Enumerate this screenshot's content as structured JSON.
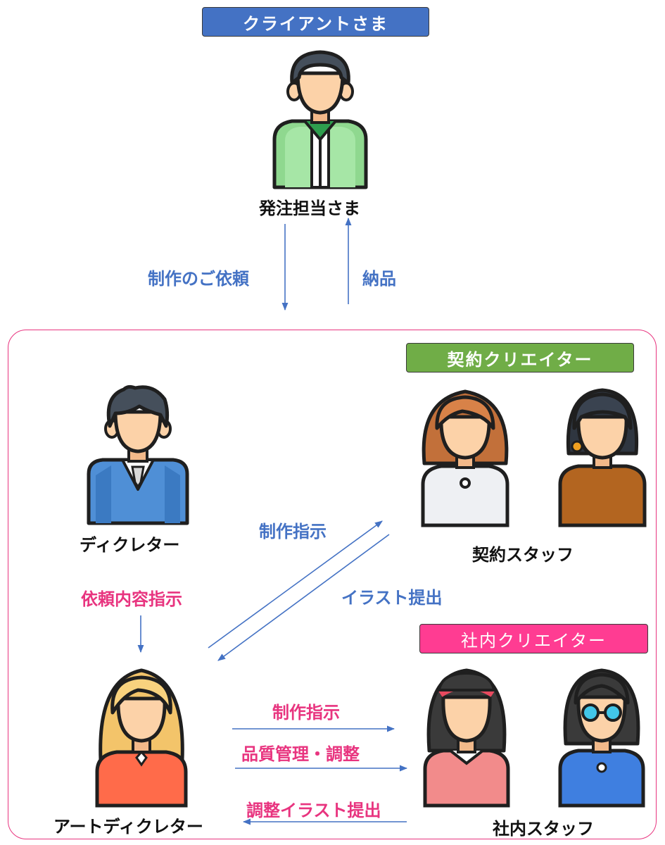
{
  "client": {
    "banner": "クライアントさま",
    "person_label": "発注担当さま"
  },
  "flow_top": {
    "request": "制作のご依頼",
    "delivery": "納品"
  },
  "contract": {
    "banner": "契約クリエイター",
    "staff_label": "契約スタッフ"
  },
  "inhouse": {
    "banner": "社内クリエイター",
    "staff_label": "社内スタッフ"
  },
  "director": {
    "label": "ディクレター",
    "to_art": "依頼内容指示"
  },
  "art_director": {
    "label": "アートディクレター"
  },
  "contract_flow": {
    "instruction": "制作指示",
    "submit": "イラスト提出"
  },
  "inhouse_flow": {
    "instruction": "制作指示",
    "quality": "品質管理・調整",
    "submit": "調整イラスト提出"
  },
  "colors": {
    "client_banner": "#4472c4",
    "contract_banner": "#70ad47",
    "inhouse_banner": "#ff3c92",
    "blue_text": "#4472c4",
    "pink_text": "#e8347f"
  }
}
